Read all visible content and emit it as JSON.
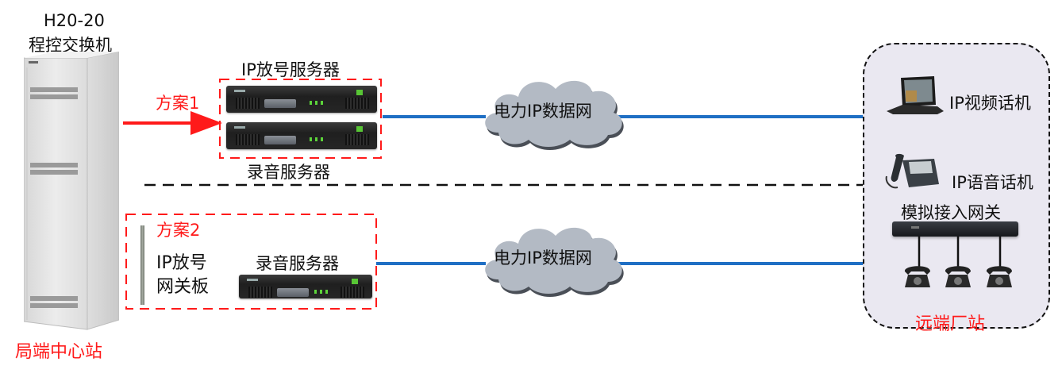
{
  "central_station": {
    "switch_model": "H20-20",
    "switch_name": "程控交换机",
    "label": "局端中心站"
  },
  "scheme1": {
    "label": "方案1",
    "top_server_label": "IP放号服务器",
    "bottom_server_label": "录音服务器"
  },
  "scheme2": {
    "label": "方案2",
    "gateway_board_label_line1": "IP放号",
    "gateway_board_label_line2": "网关板",
    "server_label": "录音服务器"
  },
  "networks": [
    {
      "label": "电力IP数据网"
    },
    {
      "label": "电力IP数据网"
    }
  ],
  "remote_station": {
    "label": "远端厂站",
    "video_phone_label": "IP视频话机",
    "voice_phone_label": "IP语音话机",
    "analog_gateway_label": "模拟接入网关"
  },
  "colors": {
    "red": "#ff1a1a",
    "link_blue": "#1f6fc4",
    "cloud": "#b3bac4",
    "remote_bg": "#eae8f1"
  }
}
